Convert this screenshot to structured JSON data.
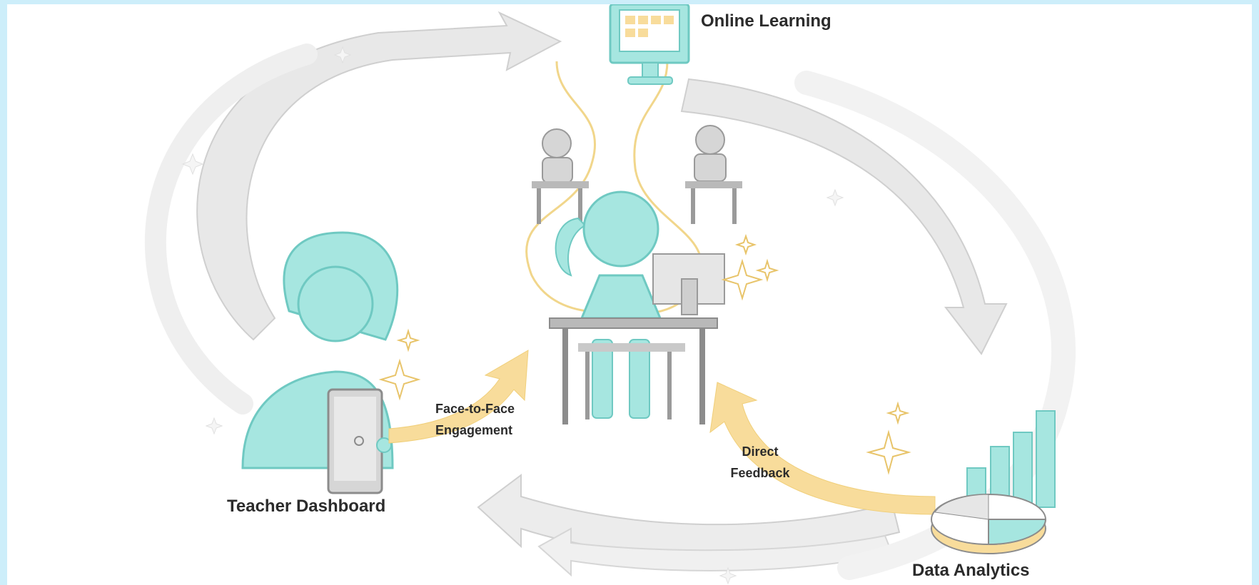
{
  "labels": {
    "online_learning": "Online Learning",
    "teacher_dashboard": "Teacher Dashboard",
    "face_to_face_line1": "Face-to-Face",
    "face_to_face_line2": "Engagement",
    "direct_line1": "Direct",
    "direct_line2": "Feedback",
    "data_analytics": "Data Analytics"
  },
  "colors": {
    "teal": "#a6e6e0",
    "teal_stroke": "#6fc9c2",
    "gray_arrow": "#e6e6e6",
    "gray_stroke": "#c9c9c9",
    "gold": "#f8dc9b",
    "gold_line": "#f1d68b",
    "furniture": "#9a9a9a"
  },
  "icons": [
    "monitor-icon",
    "student-icon",
    "teacher-icon",
    "tablet-icon",
    "bar-chart-icon",
    "pie-chart-icon",
    "sparkle-icon"
  ]
}
